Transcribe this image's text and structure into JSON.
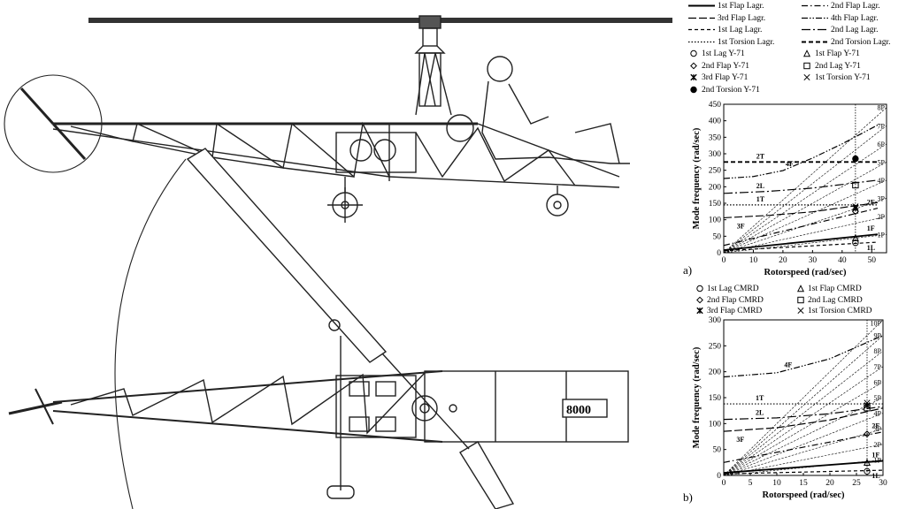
{
  "panel_labels": {
    "a": "a)",
    "b": "b)"
  },
  "legend_a": [
    {
      "label": "1st Flap Lagr.",
      "kind": "line",
      "dash": "solid",
      "bold": true
    },
    {
      "label": "2nd Flap Lagr.",
      "kind": "line",
      "dash": "dashdot"
    },
    {
      "label": "3rd Flap Lagr.",
      "kind": "line",
      "dash": "longdash"
    },
    {
      "label": "4th Flap Lagr.",
      "kind": "line",
      "dash": "dashdotdot"
    },
    {
      "label": "1st Lag Lagr.",
      "kind": "line",
      "dash": "dash"
    },
    {
      "label": "2nd Lag Lagr.",
      "kind": "line",
      "dash": "longdashdot"
    },
    {
      "label": "1st Torsion Lagr.",
      "kind": "line",
      "dash": "dot"
    },
    {
      "label": "2nd Torsion Lagr.",
      "kind": "line",
      "dash": "dashbold"
    },
    {
      "label": "1st Lag Y-71",
      "kind": "marker",
      "marker": "circle"
    },
    {
      "label": "1st Flap Y-71",
      "kind": "marker",
      "marker": "triangle"
    },
    {
      "label": "2nd Flap Y-71",
      "kind": "marker",
      "marker": "diamond"
    },
    {
      "label": "2nd Lag Y-71",
      "kind": "marker",
      "marker": "square"
    },
    {
      "label": "3rd Flap Y-71",
      "kind": "marker",
      "marker": "star"
    },
    {
      "label": "1st Torsion Y-71",
      "kind": "marker",
      "marker": "x"
    },
    {
      "label": "2nd Torsion Y-71",
      "kind": "marker",
      "marker": "filledcircle"
    }
  ],
  "legend_b": [
    {
      "label": "1st Lag CMRD",
      "marker": "circle"
    },
    {
      "label": "1st Flap CMRD",
      "marker": "triangle"
    },
    {
      "label": "2nd Flap CMRD",
      "marker": "diamond"
    },
    {
      "label": "2nd Lag CMRD",
      "marker": "square"
    },
    {
      "label": "3rd Flap CMRD",
      "marker": "star"
    },
    {
      "label": "1st Torsion CMRD",
      "marker": "x"
    }
  ],
  "drawing_text": {
    "tail_number": "8000"
  },
  "chart_data": [
    {
      "type": "line",
      "panel": "a)",
      "xlabel": "Rotorspeed (rad/sec)",
      "ylabel": "Mode frequency (rad/sec)",
      "xlim": [
        0,
        55
      ],
      "ylim": [
        0,
        450
      ],
      "xticks": [
        0,
        10,
        20,
        30,
        40,
        50
      ],
      "yticks": [
        0,
        50,
        100,
        150,
        200,
        250,
        300,
        350,
        400,
        450
      ],
      "operating_rotorspeed": 44.5,
      "per_rev_lines": [
        "1P",
        "2P",
        "3P",
        "4P",
        "5P",
        "6P",
        "7P",
        "8P"
      ],
      "grid": false,
      "series": [
        {
          "label": "1L",
          "style": "dash",
          "x": [
            0,
            52
          ],
          "y": [
            6,
            32
          ]
        },
        {
          "label": "1F",
          "style": "solid",
          "x": [
            0,
            52
          ],
          "y": [
            8,
            56
          ]
        },
        {
          "label": "2F",
          "style": "dashdot",
          "x": [
            0,
            52
          ],
          "y": [
            22,
            135
          ]
        },
        {
          "label": "3F",
          "style": "longdash",
          "x": [
            0,
            15,
            30,
            52
          ],
          "y": [
            106,
            113,
            124,
            152
          ]
        },
        {
          "label": "1T",
          "style": "dot",
          "x": [
            0,
            52
          ],
          "y": [
            145,
            145
          ]
        },
        {
          "label": "2L",
          "style": "longdashdot",
          "x": [
            0,
            15,
            30,
            52
          ],
          "y": [
            180,
            186,
            196,
            220
          ]
        },
        {
          "label": "4F",
          "style": "dashdotdot",
          "x": [
            0,
            10,
            20,
            30,
            40,
            52
          ],
          "y": [
            225,
            231,
            249,
            287,
            330,
            387
          ]
        },
        {
          "label": "2T",
          "style": "dashbold",
          "x": [
            0,
            52
          ],
          "y": [
            275,
            275
          ]
        }
      ],
      "annotations": [
        "8P",
        "7P",
        "6P",
        "5P",
        "4P",
        "3P",
        "2P",
        "1P",
        "1F",
        "2F",
        "1L",
        "2T",
        "4F",
        "2L",
        "1T",
        "3F"
      ],
      "test_points": [
        {
          "marker": "circle",
          "x": 44.5,
          "y": 30
        },
        {
          "marker": "triangle",
          "x": 44.5,
          "y": 45
        },
        {
          "marker": "diamond",
          "x": 44.5,
          "y": 125
        },
        {
          "marker": "square",
          "x": 44.5,
          "y": 205
        },
        {
          "marker": "star",
          "x": 44.5,
          "y": 135
        },
        {
          "marker": "x",
          "x": 44.5,
          "y": 140
        },
        {
          "marker": "filledcircle",
          "x": 44.5,
          "y": 285
        }
      ]
    },
    {
      "type": "line",
      "panel": "b)",
      "xlabel": "Rotorspeed (rad/sec)",
      "ylabel": "Mode frequency (rad/sec)",
      "xlim": [
        0,
        30
      ],
      "ylim": [
        0,
        300
      ],
      "xticks": [
        0,
        5,
        10,
        15,
        20,
        25,
        30
      ],
      "yticks": [
        0,
        50,
        100,
        150,
        200,
        250,
        300
      ],
      "operating_rotorspeed": 27,
      "per_rev_lines": [
        "1P",
        "2P",
        "3P",
        "4P",
        "5P",
        "6P",
        "7P",
        "8P",
        "9P",
        "10P"
      ],
      "grid": false,
      "series": [
        {
          "label": "1L",
          "style": "dash",
          "x": [
            0,
            30
          ],
          "y": [
            3,
            10
          ]
        },
        {
          "label": "1F",
          "style": "solid",
          "x": [
            0,
            30
          ],
          "y": [
            5,
            28
          ]
        },
        {
          "label": "2F",
          "style": "dashdot",
          "x": [
            0,
            30
          ],
          "y": [
            25,
            84
          ]
        },
        {
          "label": "3F",
          "style": "longdash",
          "x": [
            0,
            10,
            20,
            30
          ],
          "y": [
            85,
            92,
            107,
            130
          ]
        },
        {
          "label": "1T",
          "style": "dot",
          "x": [
            0,
            30
          ],
          "y": [
            138,
            138
          ]
        },
        {
          "label": "2L",
          "style": "longdashdot",
          "x": [
            0,
            10,
            20,
            30
          ],
          "y": [
            108,
            111,
            119,
            133
          ]
        },
        {
          "label": "4F",
          "style": "dashdotdot",
          "x": [
            0,
            10,
            20,
            30
          ],
          "y": [
            190,
            198,
            225,
            270
          ]
        }
      ],
      "annotations": [
        "10P",
        "9P",
        "8P",
        "7P",
        "6P",
        "5P",
        "4P",
        "3P",
        "2P",
        "1P",
        "1F",
        "2F",
        "1L",
        "4F",
        "1T",
        "2L",
        "3F"
      ],
      "test_points": [
        {
          "marker": "circle",
          "x": 27,
          "y": 8
        },
        {
          "marker": "triangle",
          "x": 27,
          "y": 25
        },
        {
          "marker": "diamond",
          "x": 27,
          "y": 80
        },
        {
          "marker": "square",
          "x": 27,
          "y": 130
        },
        {
          "marker": "star",
          "x": 27,
          "y": 135
        },
        {
          "marker": "x",
          "x": 27,
          "y": 140
        }
      ]
    }
  ]
}
